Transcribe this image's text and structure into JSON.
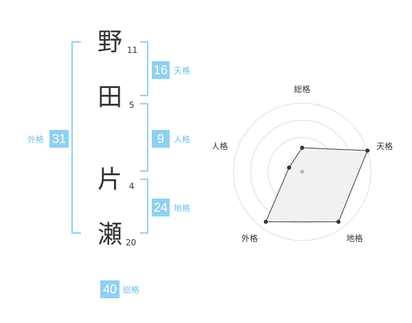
{
  "name": {
    "chars": [
      {
        "char": "野",
        "strokes": "11"
      },
      {
        "char": "田",
        "strokes": "5"
      },
      {
        "char": "片",
        "strokes": "4"
      },
      {
        "char": "瀬",
        "strokes": "20"
      }
    ]
  },
  "fortunes": {
    "tenkaku": {
      "value": "16",
      "label": "天格"
    },
    "jinkaku": {
      "value": "9",
      "label": "人格"
    },
    "chikaku": {
      "value": "24",
      "label": "地格"
    },
    "gaikaku": {
      "value": "31",
      "label": "外格"
    },
    "soukaku": {
      "value": "40",
      "label": "総格"
    }
  },
  "chart_data": {
    "type": "radar",
    "axes": [
      "総格",
      "天格",
      "地格",
      "外格",
      "人格"
    ],
    "values": [
      0.35,
      1.0,
      0.9,
      0.9,
      0.2
    ],
    "rings": 4,
    "fill": "#eeeeee",
    "stroke": "#333333"
  },
  "colors": {
    "accent": "#8fd0f2"
  }
}
